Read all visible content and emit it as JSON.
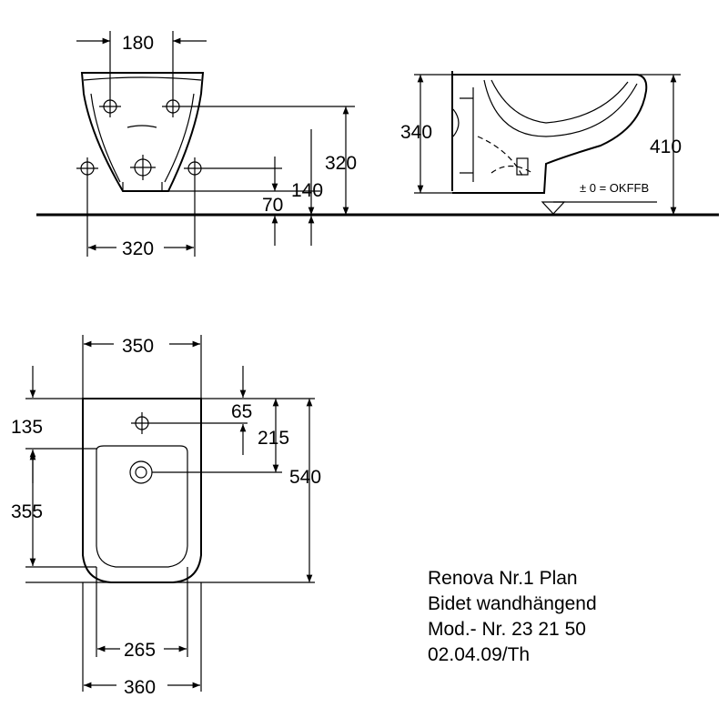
{
  "front_view": {
    "dims": {
      "top_width": "180",
      "bottom_width": "320",
      "height_fix": "320",
      "h140": "140",
      "h70": "70"
    }
  },
  "side_view": {
    "dims": {
      "height_left": "340",
      "height_right": "410"
    },
    "floor_label": "± 0 = OKFFB"
  },
  "top_view": {
    "dims": {
      "w350": "350",
      "d65": "65",
      "d135": "135",
      "d215": "215",
      "d540": "540",
      "d355": "355",
      "w265": "265",
      "w360": "360"
    }
  },
  "info": {
    "line1": "Renova Nr.1 Plan",
    "line2": "Bidet wandhängend",
    "line3": "Mod.- Nr. 23 21 50",
    "line4": "02.04.09/Th"
  }
}
